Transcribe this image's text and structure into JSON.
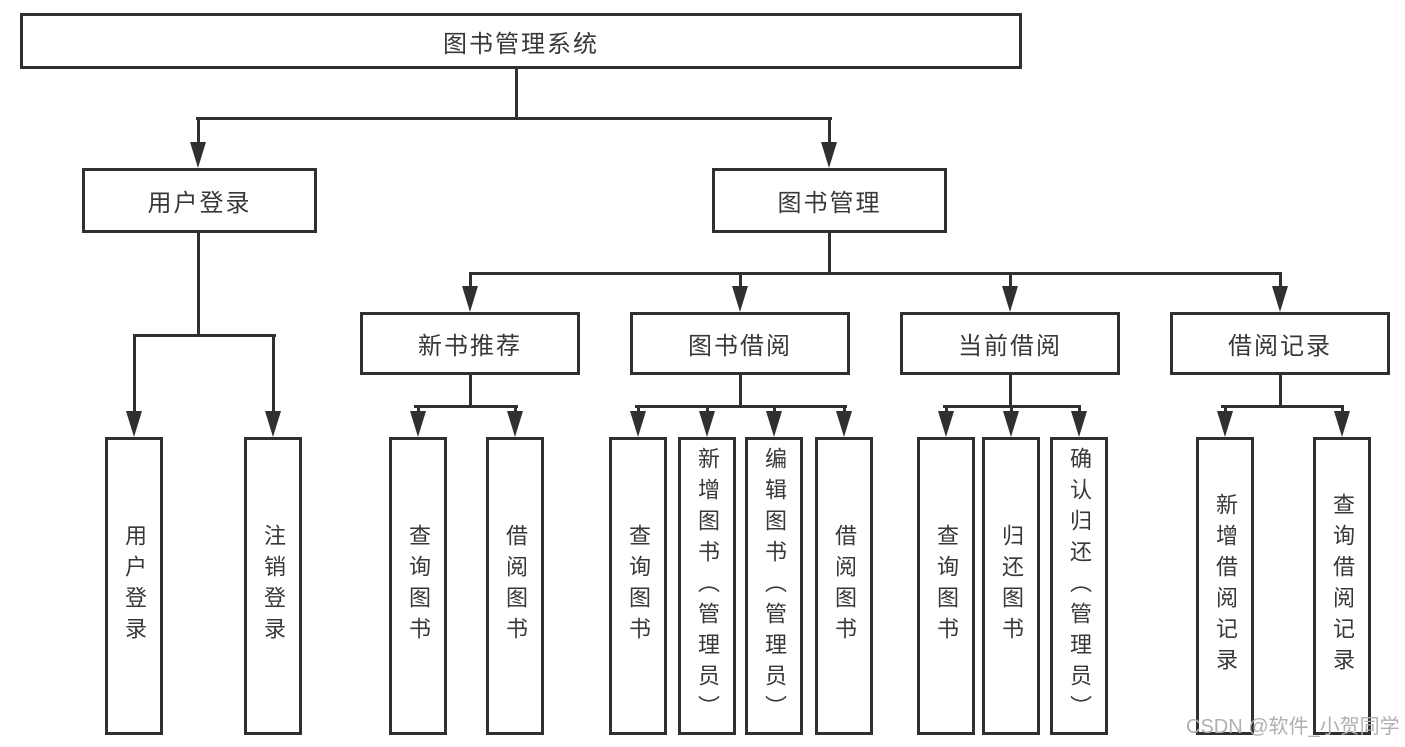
{
  "diagram": {
    "root": {
      "label": "图书管理系统",
      "children": [
        {
          "label": "用户登录",
          "children": [
            {
              "label": "用户登录"
            },
            {
              "label": "注销登录"
            }
          ]
        },
        {
          "label": "图书管理",
          "children": [
            {
              "label": "新书推荐",
              "children": [
                {
                  "label": "查询图书"
                },
                {
                  "label": "借阅图书"
                }
              ]
            },
            {
              "label": "图书借阅",
              "children": [
                {
                  "label": "查询图书"
                },
                {
                  "label": "新增图书（管理员）"
                },
                {
                  "label": "编辑图书（管理员）"
                },
                {
                  "label": "借阅图书"
                }
              ]
            },
            {
              "label": "当前借阅",
              "children": [
                {
                  "label": "查询图书"
                },
                {
                  "label": "归还图书"
                },
                {
                  "label": "确认归还（管理员）"
                }
              ]
            },
            {
              "label": "借阅记录",
              "children": [
                {
                  "label": "新增借阅记录"
                },
                {
                  "label": "查询借阅记录"
                }
              ]
            }
          ]
        }
      ]
    }
  },
  "watermark": {
    "text": "CSDN @软件_小贺同学"
  },
  "colors": {
    "line": "#303030",
    "text": "#383838",
    "watermark": "#b0b0b0",
    "background": "#ffffff"
  }
}
